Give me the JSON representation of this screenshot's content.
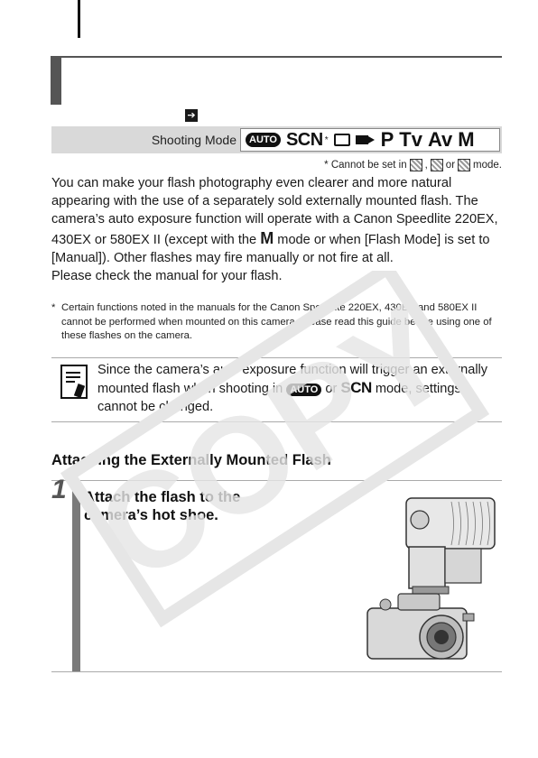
{
  "header": {
    "reference_arrow": "➔"
  },
  "shooting_mode": {
    "label": "Shooting Mode",
    "auto_label": "AUTO",
    "scn_label": "SCN",
    "scn_note_mark": "*",
    "modes": [
      "P",
      "Tv",
      "Av",
      "M"
    ],
    "note": "* Cannot be set in",
    "note_sep1": ",",
    "note_or": "or",
    "note_end": "mode.",
    "icons": [
      "stitch-assist-icon",
      "movie-icon"
    ]
  },
  "body": {
    "para1_a": "You can make your flash photography even clearer and more natural appearing with the use of a separately sold externally mounted flash. The camera’s auto exposure function will operate with a Canon Speedlite 220EX, 430EX or 580EX II (except with the",
    "para1_m": "M",
    "para1_b": "mode or when [Flash Mode] is set to [Manual]). Other flashes may fire manually or not fire at all.",
    "para2": "Please check the manual for your flash."
  },
  "footnote": {
    "star": "*",
    "text": "Certain functions noted in the manuals for the Canon Speedlite 220EX, 430EX and 580EX II cannot be performed when mounted on this camera. Please read this guide before using one of these flashes on the camera."
  },
  "info_note": {
    "text_a": "Since the camera’s auto exposure function will trigger an externally mounted flash when shooting in",
    "auto_label": "AUTO",
    "text_or": "or",
    "scn_label": "SCN",
    "text_b": "mode, settings cannot be changed."
  },
  "section": {
    "heading": "Attaching the Externally Mounted Flash"
  },
  "step": {
    "number": "1",
    "title": "Attach the flash to the camera’s hot shoe."
  },
  "watermark": {
    "text": "COPY"
  },
  "colors": {
    "mode_bar": "#d9d9d9",
    "rule": "#555555",
    "step_bar": "#7a7a7a",
    "watermark": "#e6e6e6"
  }
}
